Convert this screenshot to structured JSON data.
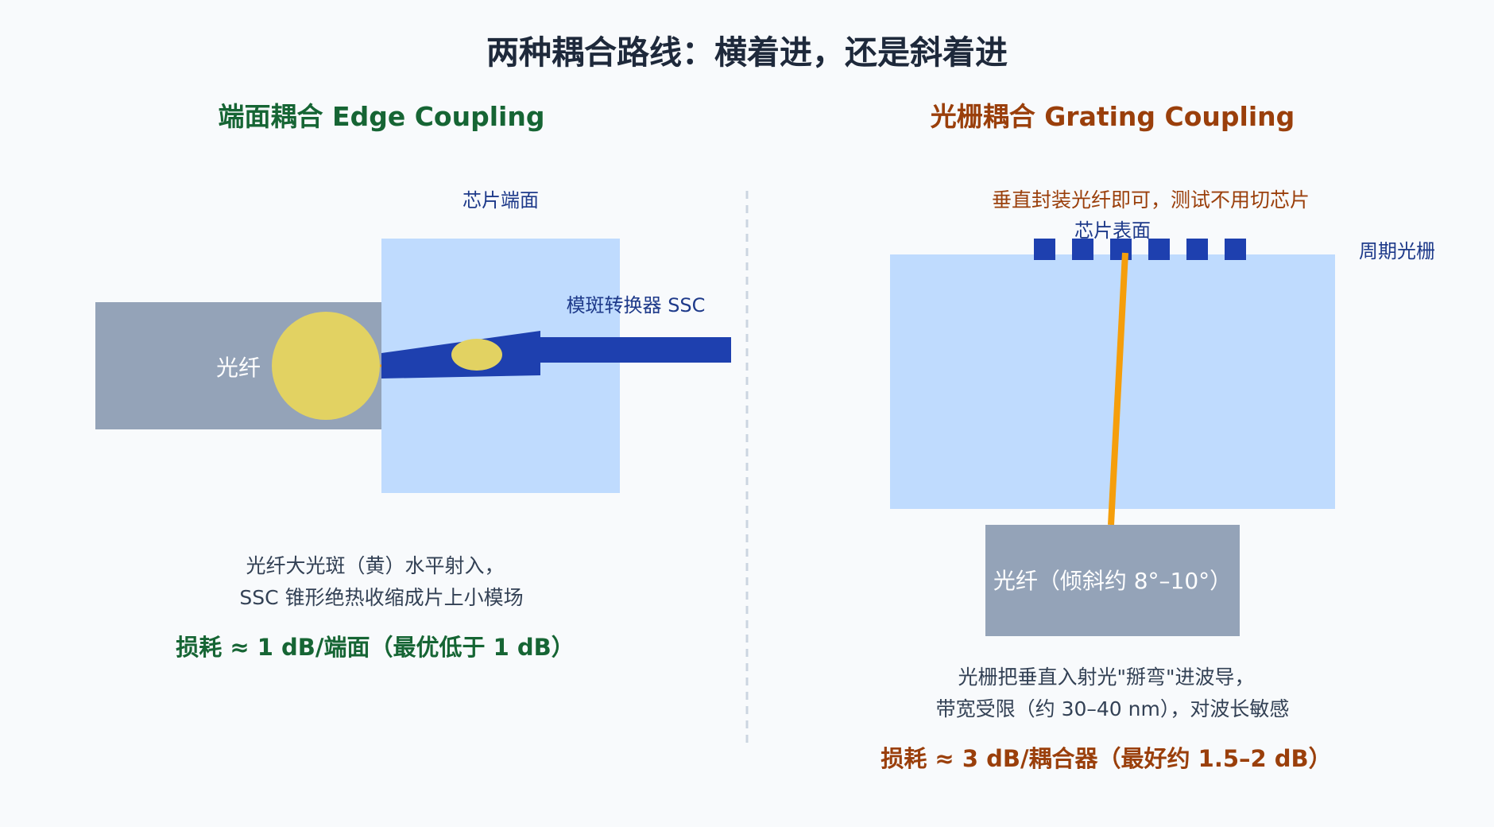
{
  "title": "两种耦合路线：横着进，还是斜着进",
  "colors": {
    "edge_accent": "#166534",
    "grating_accent": "#9a3f0b",
    "chip": "#bfdbfe",
    "fiber": "#94a3b8",
    "waveguide": "#1e40af",
    "light_spot": "#e2d262",
    "light_beam": "#f59e0b",
    "label_blue": "#1e3a8a",
    "divider": "#cbd5e1"
  },
  "edge": {
    "heading": "端面耦合 Edge Coupling",
    "chip_facet_label": "芯片端面",
    "ssc_label": "模斑转换器 SSC",
    "fiber_label": "光纤",
    "caption_line1": "光纤大光斑（黄）水平射入，",
    "caption_line2": "SSC 锥形绝热收缩成片上小模场",
    "loss": "损耗 ≈ 1 dB/端面（最优低于 1 dB）"
  },
  "grating": {
    "heading": "光栅耦合 Grating Coupling",
    "top_note": "垂直封装光纤即可，测试不用切芯片",
    "chip_surface_label": "芯片表面",
    "grating_label": "周期光栅",
    "grating_teeth_count": 6,
    "fiber_label": "光纤（倾斜约 8°–10°）",
    "caption_line1": "光栅把垂直入射光\"掰弯\"进波导，",
    "caption_line2": "带宽受限（约 30–40 nm），对波长敏感",
    "loss": "损耗 ≈ 3 dB/耦合器（最好约 1.5–2 dB）"
  }
}
